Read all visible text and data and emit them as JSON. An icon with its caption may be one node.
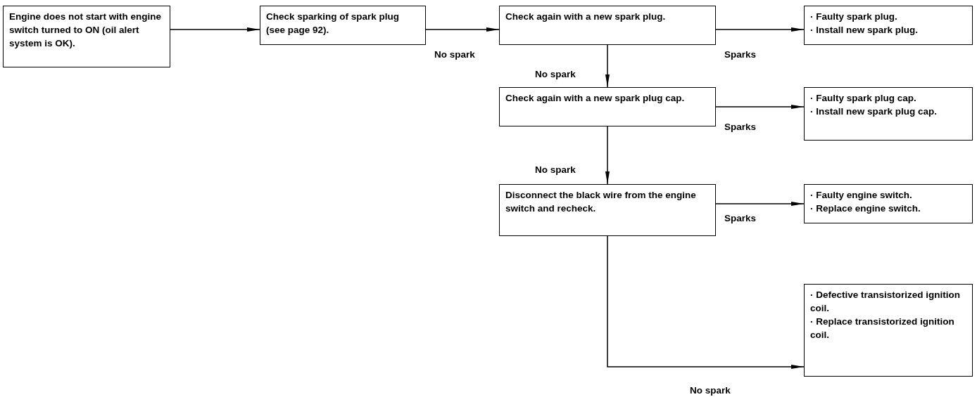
{
  "diagram": {
    "nodes": [
      {
        "text": [
          "Engine does not start with engine switch turned to ON (oil alert system is OK)."
        ]
      },
      {
        "text": [
          "Check sparking of spark plug (see page 92)."
        ]
      },
      {
        "text": [
          "Check again with a new spark plug."
        ]
      },
      {
        "text": [
          "· Faulty spark plug.",
          "· Install new spark plug."
        ]
      },
      {
        "text": [
          "Check again with a new spark plug cap."
        ]
      },
      {
        "text": [
          "· Faulty spark plug cap.",
          "· Install new spark plug cap."
        ]
      },
      {
        "text": [
          "Disconnect the black wire from the engine switch and recheck."
        ]
      },
      {
        "text": [
          "· Faulty engine switch.",
          "· Replace engine switch."
        ]
      },
      {
        "text": [
          "· Defective transistorized ignition coil.",
          "· Replace transistorized ignition coil."
        ]
      }
    ],
    "edges": [
      {
        "from": 0,
        "to": 1,
        "arrow": "to"
      },
      {
        "from": 1,
        "to": 2,
        "arrow": "to",
        "label": "No spark"
      },
      {
        "from": 2,
        "to": 3,
        "arrow": "to",
        "label": "Sparks"
      },
      {
        "from": 2,
        "to": 4,
        "arrow": "to",
        "label": "No spark"
      },
      {
        "from": 4,
        "to": 5,
        "arrow": "to",
        "label": "Sparks"
      },
      {
        "from": 4,
        "to": 6,
        "arrow": "to",
        "label": "No spark"
      },
      {
        "from": 6,
        "to": 7,
        "arrow": "to",
        "label": "Sparks"
      },
      {
        "from": 6,
        "to": 8,
        "arrow": "to",
        "label": "No spark"
      }
    ]
  }
}
